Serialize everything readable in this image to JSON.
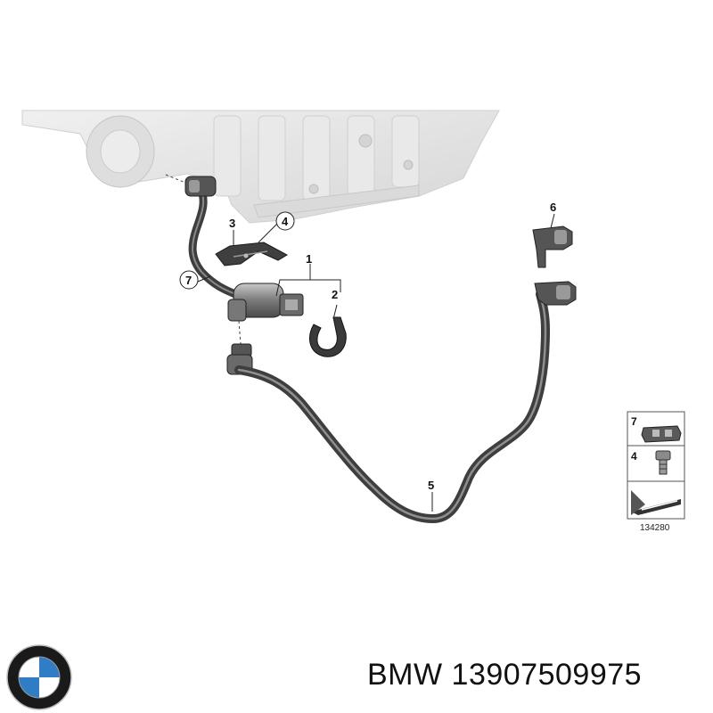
{
  "diagram": {
    "callouts": [
      "1",
      "2",
      "3",
      "4",
      "5",
      "6",
      "7"
    ],
    "legend": [
      {
        "label": "7",
        "part": "hose-clip"
      },
      {
        "label": "4",
        "part": "bolt"
      },
      {
        "label": "",
        "part": "tool"
      }
    ],
    "reference_number": "134280"
  },
  "caption": {
    "brand": "BMW",
    "part_number": "13907509975"
  },
  "logo": {
    "colors": {
      "ring": "#1a1a1a",
      "blue": "#2f7dc4",
      "white": "#ffffff"
    }
  },
  "colors": {
    "engine": "#e4e4e4",
    "hose": "#4a4a4a",
    "hose_highlight": "#8a8a8a"
  }
}
